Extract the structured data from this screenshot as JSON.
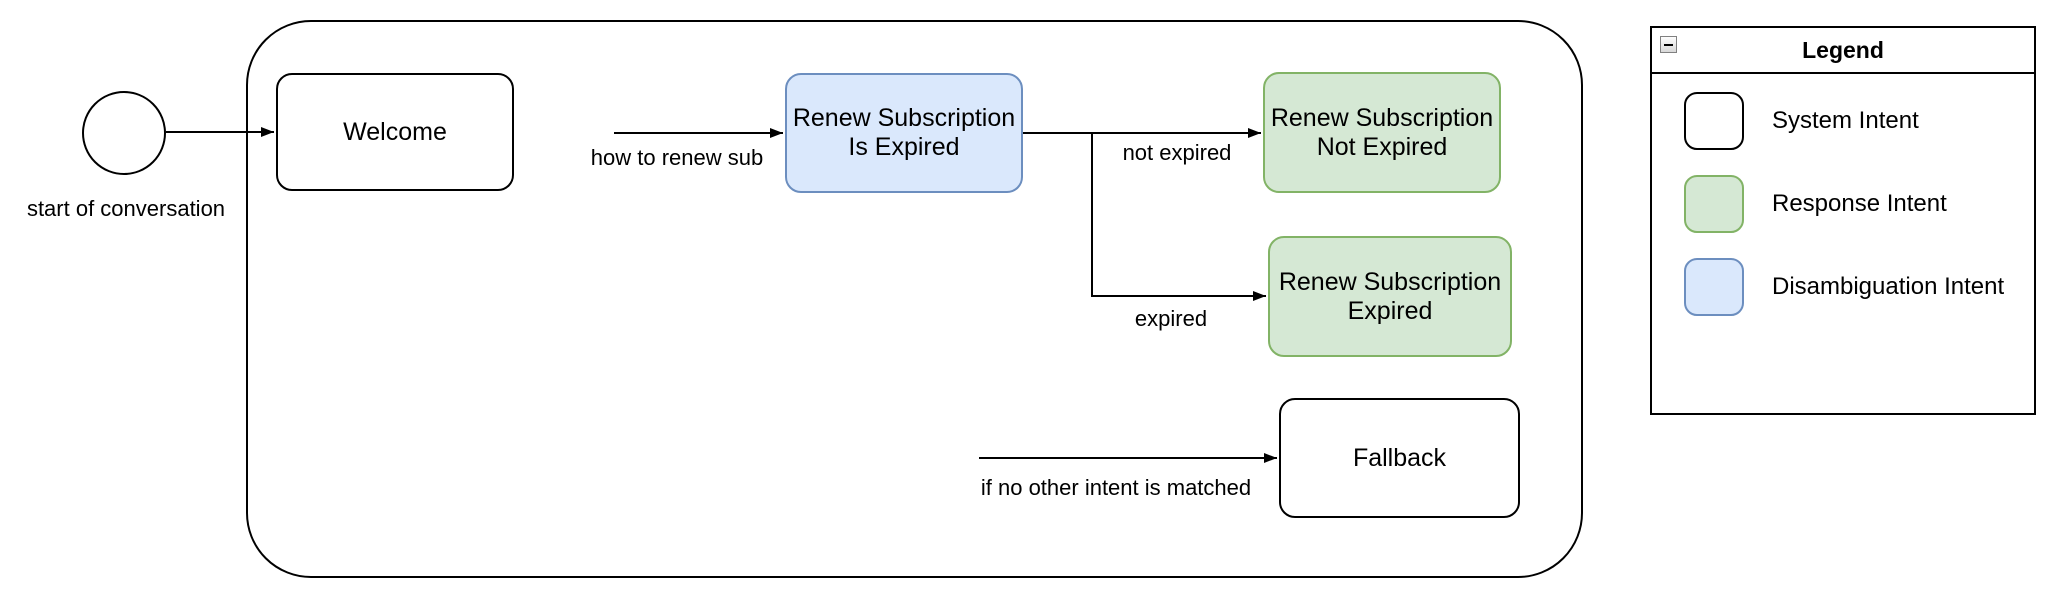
{
  "diagram": {
    "start_node_label": "start of conversation",
    "nodes": {
      "welcome": {
        "lines": [
          "Welcome"
        ],
        "type": "System Intent"
      },
      "renew_is_expired": {
        "lines": [
          "Renew Subscription",
          "Is Expired"
        ],
        "type": "Disambiguation Intent"
      },
      "renew_not_expired": {
        "lines": [
          "Renew Subscription",
          "Not Expired"
        ],
        "type": "Response Intent"
      },
      "renew_expired": {
        "lines": [
          "Renew Subscription",
          "Expired"
        ],
        "type": "Response Intent"
      },
      "fallback": {
        "lines": [
          "Fallback"
        ],
        "type": "System Intent"
      }
    },
    "edge_labels": {
      "to_renew_is_expired": "how to renew sub",
      "to_renew_not_expired": "not expired",
      "to_renew_expired": "expired",
      "to_fallback": "if no other intent is matched"
    }
  },
  "legend": {
    "title": "Legend",
    "collapse_icon": "minus",
    "items": [
      {
        "label": "System Intent",
        "fill": "#ffffff",
        "border": "#000000"
      },
      {
        "label": "Response Intent",
        "fill": "#d5e8d4",
        "border": "#82b366"
      },
      {
        "label": "Disambiguation Intent",
        "fill": "#dae8fc",
        "border": "#6c8ebf"
      }
    ]
  },
  "colors": {
    "stroke": "#000000",
    "disambiguation_fill": "#dae8fc",
    "disambiguation_border": "#6c8ebf",
    "response_fill": "#d5e8d4",
    "response_border": "#82b366"
  }
}
